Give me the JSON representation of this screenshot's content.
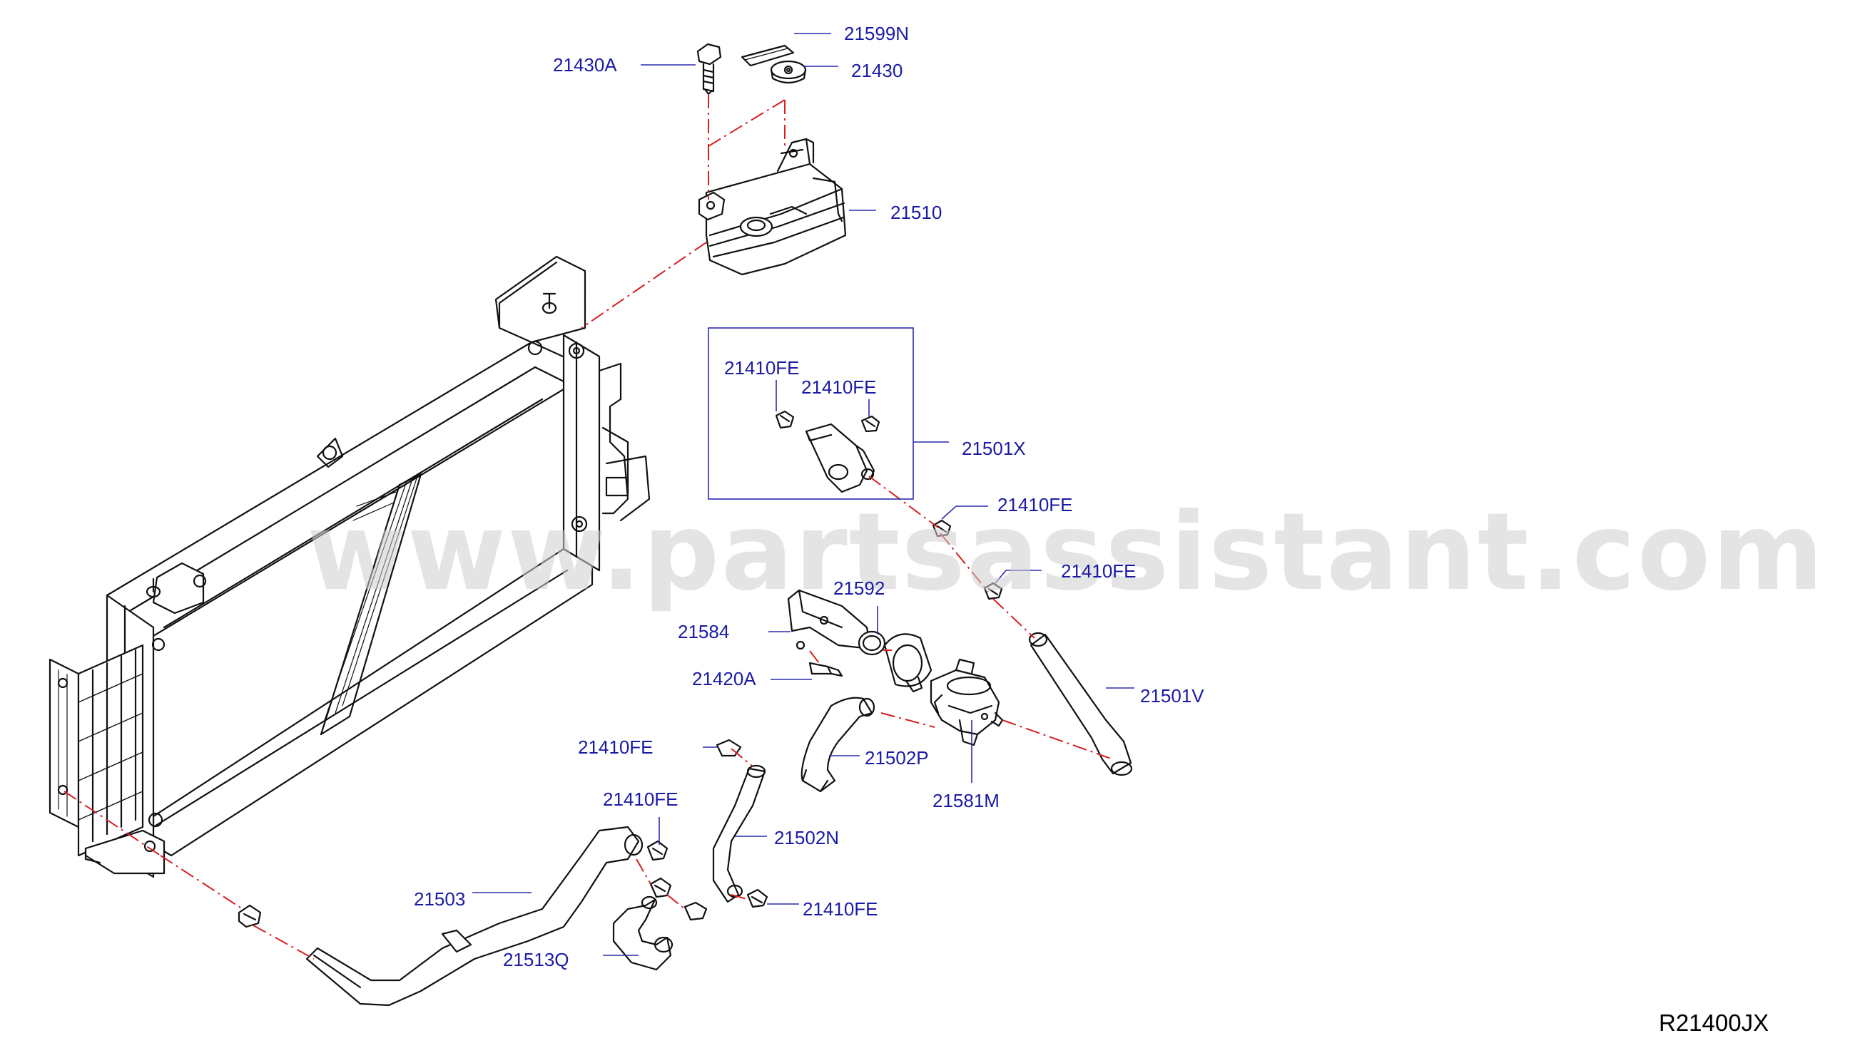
{
  "colors": {
    "label": "#1a1aa6",
    "leader": "#2a2ab0",
    "phantom": "#d62020",
    "part_stroke": "#111111",
    "watermark": "#cfcfcf"
  },
  "watermark": "www.partsassistant.com",
  "diagram_code": "R21400JX",
  "labels": [
    {
      "id": "p21599N",
      "text": "21599N"
    },
    {
      "id": "p21430A",
      "text": "21430A"
    },
    {
      "id": "p21430",
      "text": "21430"
    },
    {
      "id": "p21510",
      "text": "21510"
    },
    {
      "id": "p21410FE_a",
      "text": "21410FE"
    },
    {
      "id": "p21410FE_b",
      "text": "21410FE"
    },
    {
      "id": "p21501X",
      "text": "21501X"
    },
    {
      "id": "p21410FE_c",
      "text": "21410FE"
    },
    {
      "id": "p21410FE_d",
      "text": "21410FE"
    },
    {
      "id": "p21592",
      "text": "21592"
    },
    {
      "id": "p21584",
      "text": "21584"
    },
    {
      "id": "p21420A",
      "text": "21420A"
    },
    {
      "id": "p21501V",
      "text": "21501V"
    },
    {
      "id": "p21410FE_e",
      "text": "21410FE"
    },
    {
      "id": "p21502P",
      "text": "21502P"
    },
    {
      "id": "p21410FE_f",
      "text": "21410FE"
    },
    {
      "id": "p21581M",
      "text": "21581M"
    },
    {
      "id": "p21502N",
      "text": "21502N"
    },
    {
      "id": "p21503",
      "text": "21503"
    },
    {
      "id": "p21410FE_g",
      "text": "21410FE"
    },
    {
      "id": "p21513Q",
      "text": "21513Q"
    }
  ]
}
